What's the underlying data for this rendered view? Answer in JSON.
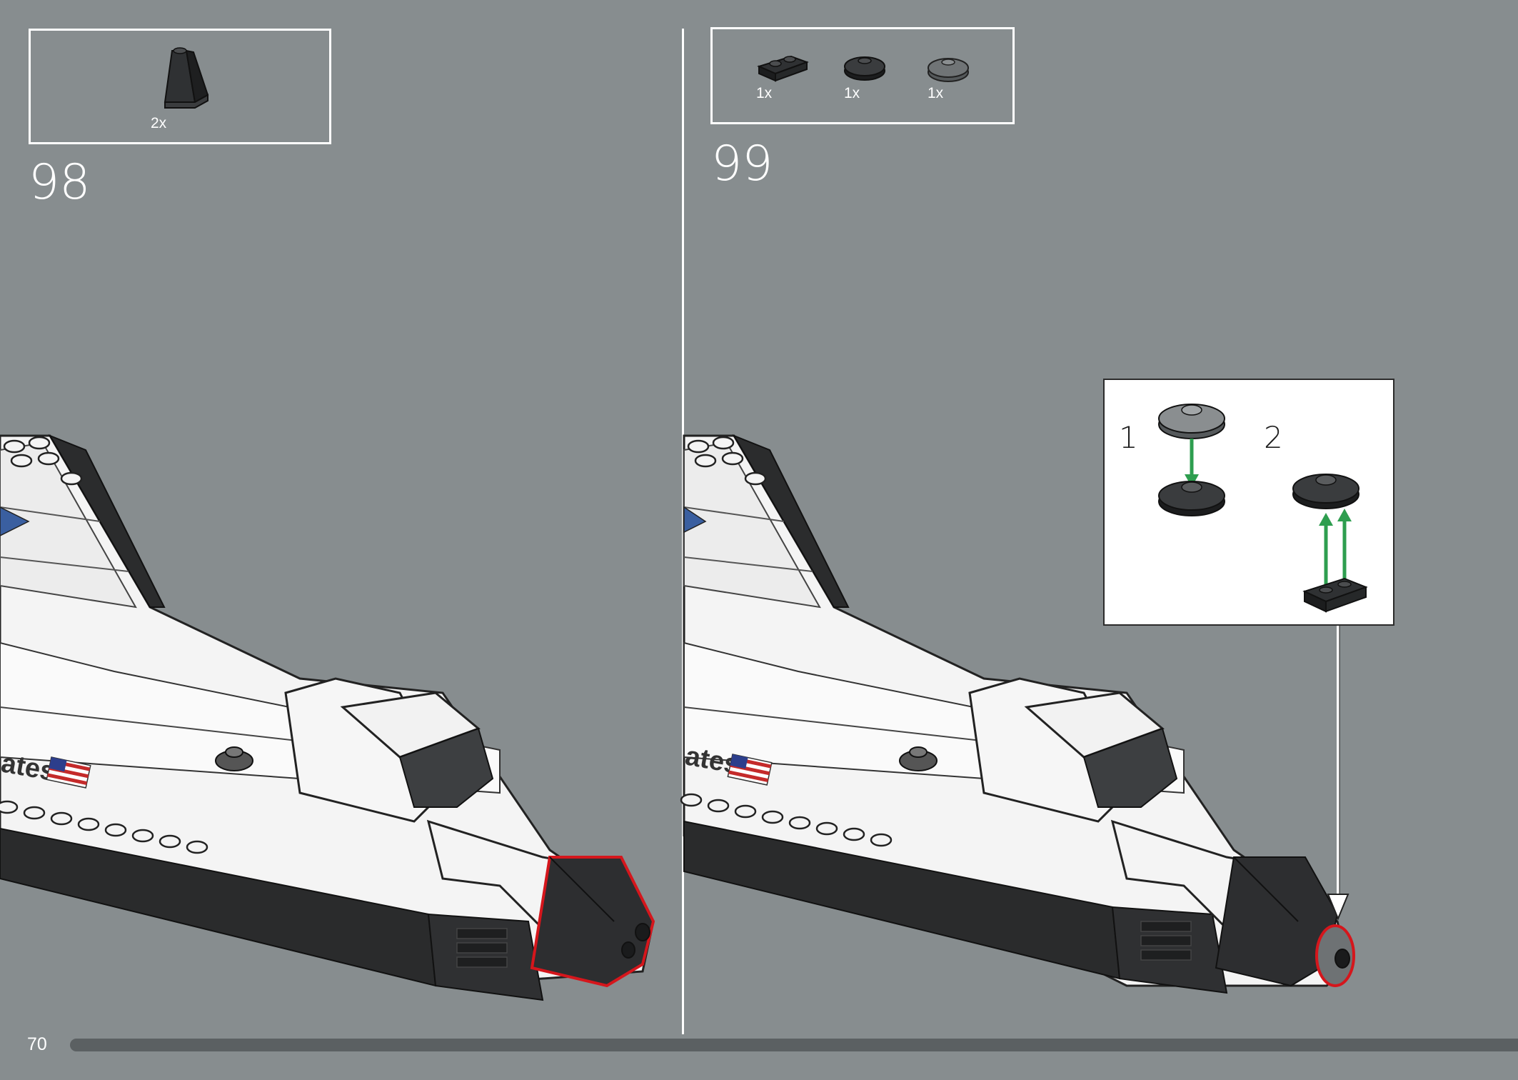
{
  "page": {
    "number": "70",
    "background": "#878d8f",
    "progress_color": "#5b6062"
  },
  "steps": [
    {
      "number": "98",
      "parts": [
        {
          "name": "black-slope-brick-icon",
          "qty": "2x"
        }
      ]
    },
    {
      "number": "99",
      "parts": [
        {
          "name": "black-plate-1x2-icon",
          "qty": "1x"
        },
        {
          "name": "black-round-tile-icon",
          "qty": "1x"
        },
        {
          "name": "grey-round-tile-icon",
          "qty": "1x"
        }
      ],
      "substeps": [
        {
          "number": "1"
        },
        {
          "number": "2"
        }
      ]
    }
  ],
  "colors": {
    "highlight": "#d5161c",
    "arrow_green": "#2e9e4f",
    "flag_red": "#c42a2a",
    "flag_blue": "#2c3e8c"
  },
  "model_decal_text": "ates"
}
